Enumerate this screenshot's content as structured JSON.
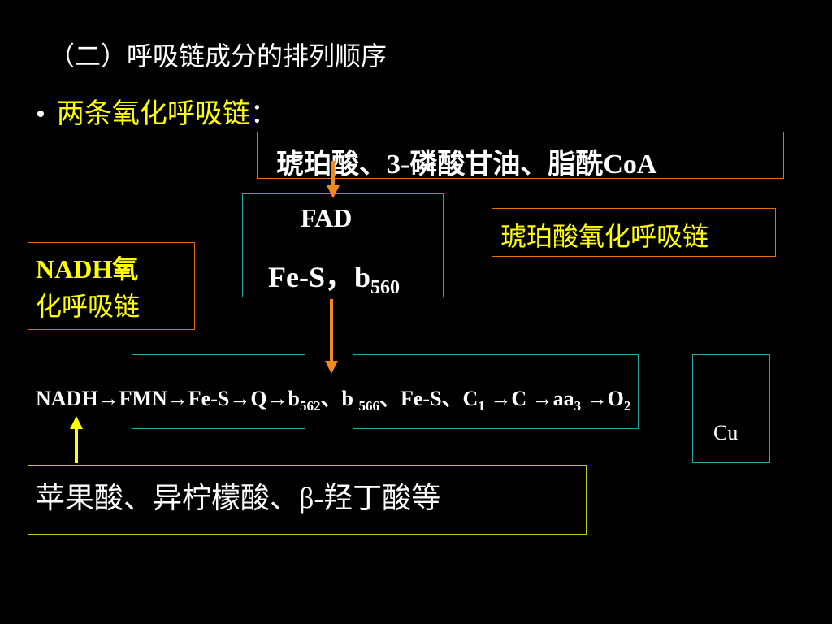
{
  "slide": {
    "title": "（二）呼吸链成分的排列顺序",
    "bullet_dot": "•",
    "bullet_text": "两条氧化呼吸链",
    "bullet_colon": "：",
    "succinate_substrates": "琥珀酸、3-磷酸甘油、脂酰CoA",
    "fad_label": "FAD",
    "fes_b560": {
      "main": "Fe-S，b",
      "sub": "560"
    },
    "succinate_chain_label": "琥珀酸氧化呼吸链",
    "nadh_chain_label_line1": "NADH氧",
    "nadh_chain_label_line2": "化呼吸链",
    "chain": {
      "nadh": "NADH",
      "arrow": "→",
      "fmn": "FMN",
      "fes": "Fe-S",
      "q": "Q",
      "b": "b",
      "b562_sub": "562",
      "sep1": "、b ",
      "b566_sub": "566",
      "sep2": "、Fe-S、C",
      "c1_sub": "1",
      "c": "C",
      "aa": "aa",
      "aa3_sub": "3",
      "o": "O",
      "o2_sub": "2"
    },
    "cu_label": "Cu",
    "nadh_substrates": "苹果酸、异柠檬酸、β-羟丁酸等"
  },
  "colors": {
    "background": "#000000",
    "highlight_yellow": "#ffff00",
    "orange_border": "#e07020",
    "teal_border": "#2aa7a7",
    "arrow_orange": "#f08a1e",
    "arrow_yellow": "#ffff00"
  }
}
